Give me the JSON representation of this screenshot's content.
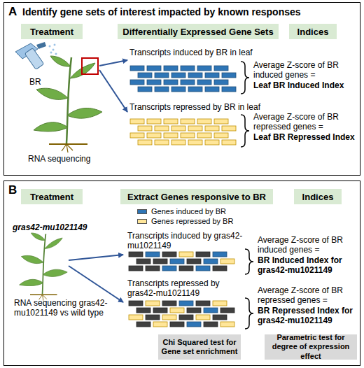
{
  "diagram": {
    "nodes": [
      {
        "text": [
          "A",
          "Identify gene sets of interest impacted by known responses"
        ]
      },
      {
        "text": [
          "Treatment"
        ],
        "in": 0
      },
      {
        "text": [
          "Differentially Expressed Gene Sets"
        ],
        "in": 0
      },
      {
        "text": [
          "Indices"
        ],
        "in": 0
      },
      {
        "text": [
          "B"
        ]
      },
      {
        "text": [
          "Treatment"
        ],
        "in": 4
      },
      {
        "text": [
          "Extract Genes responsive to BR"
        ],
        "in": 4
      },
      {
        "text": [
          "Indices"
        ],
        "in": 4
      },
      {
        "text": [
          "Chi Squared test for Gene set enrichment"
        ],
        "in": 4
      },
      {
        "text": [
          "Parametric test for degree of expression effect"
        ],
        "in": 4
      }
    ],
    "labels": [
      "BR",
      "RNA sequencing",
      "Transcripts induced by BR in leaf",
      "Transcripts repressed by BR in leaf",
      "Average Z-score of BR induced genes =",
      "Leaf BR Induced Index",
      "Average Z-score of BR repressed genes =",
      "Leaf BR Repressed Index",
      "gras42-mu1021149",
      "RNA sequencing gras42-mu1021149 vs wild type",
      "Transcripts induced by gras42-mu1021149",
      "Transcripts repressed by gras42-mu1021149",
      "Average Z-score of BR induced genes =",
      "BR Induced Index for gras42-mu1021149",
      "Average Z-score of BR repressed genes =",
      "BR Repressed Index for gras42-mu1021149"
    ],
    "legend": [
      {
        "text": "Genes induced by BR",
        "color": "#2e75b6"
      },
      {
        "text": "Genes repressed by BR",
        "color": "#ffe699"
      }
    ]
  }
}
